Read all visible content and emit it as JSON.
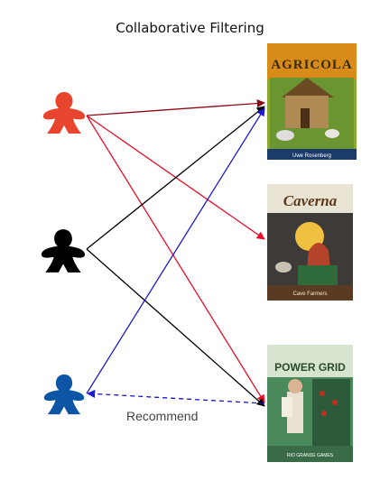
{
  "title": "Collaborative Filtering",
  "edge_label": "Recommend",
  "colors": {
    "user_red": "#e8442e",
    "user_black": "#000000",
    "user_blue": "#0d56a6",
    "edge_darkred": "#8b0a14",
    "edge_red": "#e8102a",
    "edge_black": "#000000",
    "edge_blue": "#1a1ad0"
  },
  "users": [
    {
      "id": "red",
      "icon": "meeple-icon",
      "color": "#e8442e"
    },
    {
      "id": "black",
      "icon": "meeple-icon",
      "color": "#000000"
    },
    {
      "id": "blue",
      "icon": "meeple-icon",
      "color": "#0d56a6"
    }
  ],
  "games": [
    {
      "id": "agricola",
      "cover_text": "AGRICOLA",
      "cover_subtext": "Uwe Rosenberg"
    },
    {
      "id": "caverna",
      "cover_text": "Caverna",
      "cover_subtext": "Cave Farmers"
    },
    {
      "id": "power-grid",
      "cover_text": "POWER GRID",
      "cover_subtext": "RIO GRANDE GAMES"
    }
  ],
  "edges": [
    {
      "from": "red",
      "to": "agricola",
      "color": "#8b0a14",
      "style": "solid"
    },
    {
      "from": "red",
      "to": "caverna",
      "color": "#e8102a",
      "style": "solid"
    },
    {
      "from": "red",
      "to": "power-grid",
      "color": "#e8102a",
      "style": "solid"
    },
    {
      "from": "black",
      "to": "agricola",
      "color": "#000000",
      "style": "solid"
    },
    {
      "from": "black",
      "to": "power-grid",
      "color": "#000000",
      "style": "solid"
    },
    {
      "from": "blue",
      "to": "agricola",
      "color": "#1a1ad0",
      "style": "solid"
    },
    {
      "from": "power-grid",
      "to": "blue",
      "color": "#1a1ad0",
      "style": "dashed"
    }
  ]
}
